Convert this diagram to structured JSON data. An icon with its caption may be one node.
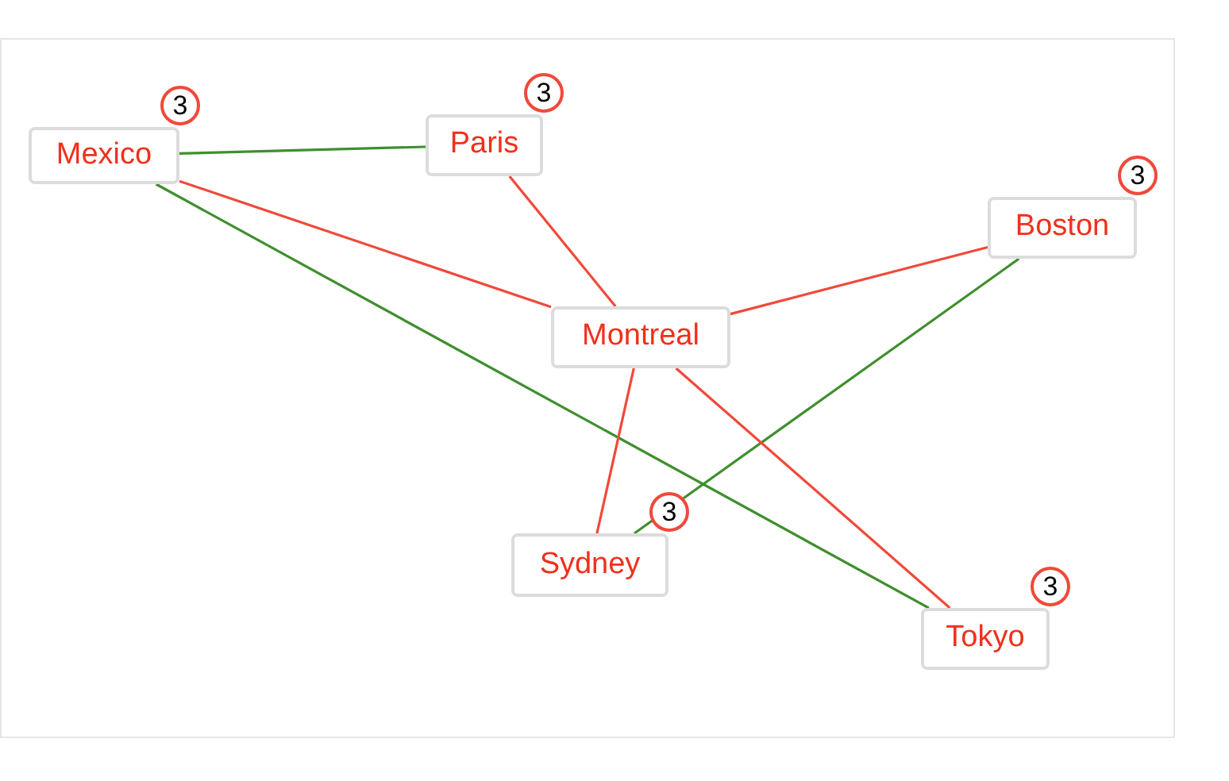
{
  "diagram": {
    "nodes": [
      {
        "text": [
          "Mexico"
        ],
        "beside": [
          "3"
        ]
      },
      {
        "text": [
          "Paris"
        ],
        "beside": [
          "3"
        ]
      },
      {
        "text": [
          "Boston"
        ],
        "beside": [
          "3"
        ]
      },
      {
        "text": [
          "Montreal"
        ]
      },
      {
        "text": [
          "Sydney"
        ],
        "beside": [
          "3"
        ]
      },
      {
        "text": [
          "Tokyo"
        ],
        "beside": [
          "3"
        ]
      }
    ],
    "edges": [
      {
        "from": 0,
        "to": 1,
        "arrow": "none",
        "color": "#3f8f2f"
      },
      {
        "from": 0,
        "to": 3,
        "arrow": "none"
      },
      {
        "from": 0,
        "to": 5,
        "arrow": "none",
        "color": "#3f8f2f"
      },
      {
        "from": 1,
        "to": 3,
        "arrow": "none"
      },
      {
        "from": 2,
        "to": 3,
        "arrow": "none"
      },
      {
        "from": 2,
        "to": 4,
        "arrow": "none",
        "color": "#3f8f2f"
      },
      {
        "from": 3,
        "to": 4,
        "arrow": "none"
      },
      {
        "from": 3,
        "to": 5,
        "arrow": "none"
      }
    ]
  }
}
